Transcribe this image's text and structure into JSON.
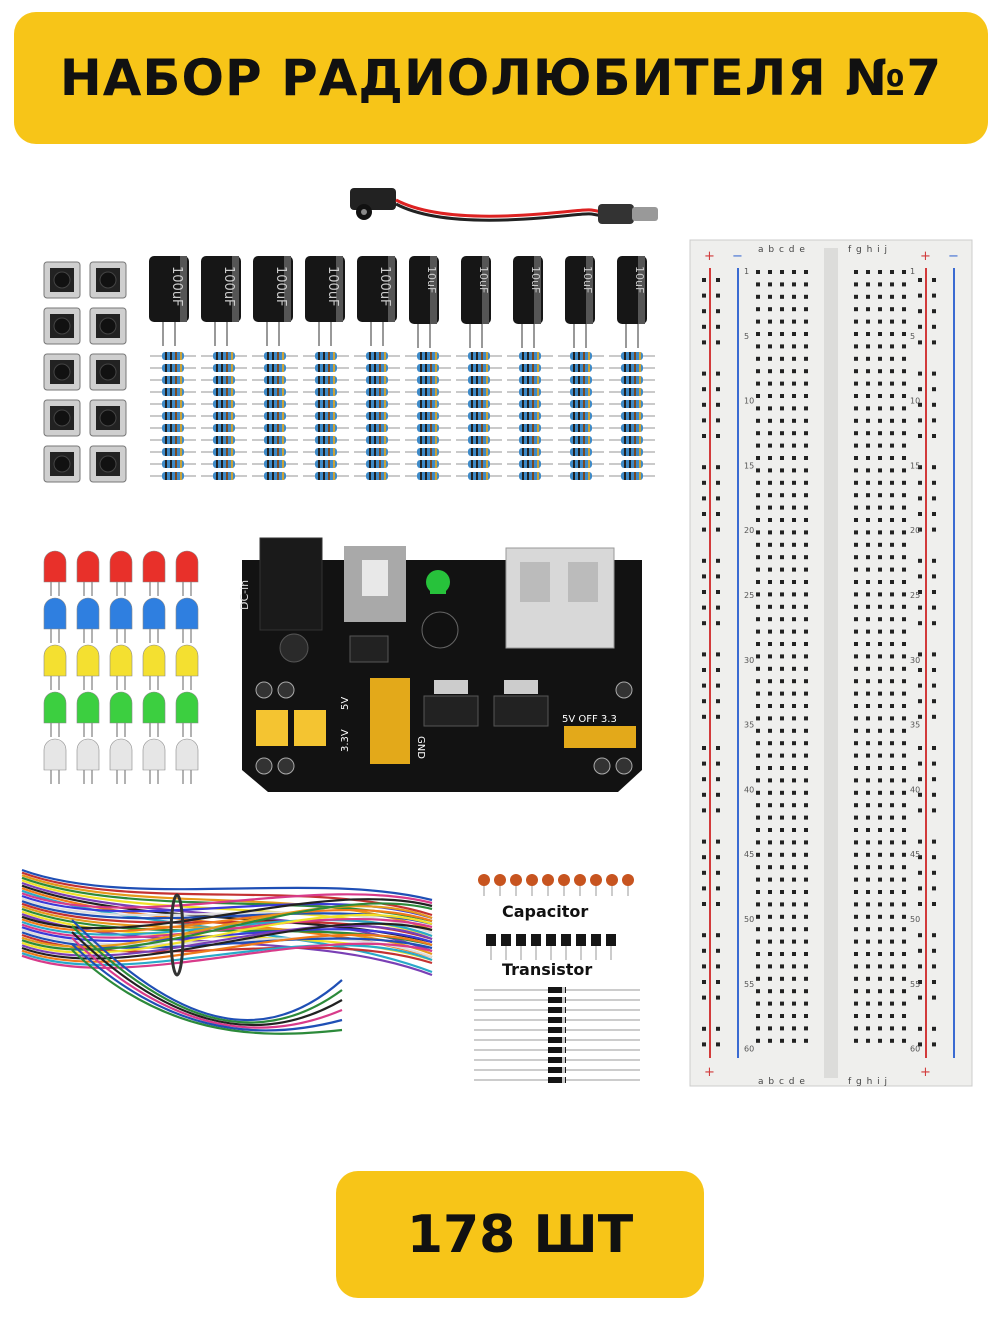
{
  "header": {
    "title": "НАБОР РАДИОЛЮБИТЕЛЯ №7"
  },
  "footer": {
    "count": "178 ШТ"
  },
  "capacitors": {
    "electrolytic_labels": [
      "100uF",
      "100uF",
      "100uF",
      "100uF",
      "100uF",
      "10uF",
      "10uF",
      "10uF",
      "10uF",
      "10uF"
    ]
  },
  "components_card": {
    "capacitor_label": "Capacitor",
    "transistor_label": "Transistor"
  },
  "power_module": {
    "dc_label": "DC-in",
    "v5": "5V",
    "v33": "3.3V",
    "gnd": "GND",
    "switch_labels": "5V  OFF 3.3"
  },
  "breadboard": {
    "columns_left": "a b c d e",
    "columns_right": "f g h i j",
    "row_numbers": [
      "1",
      "5",
      "10",
      "15",
      "20",
      "25",
      "30",
      "35",
      "40",
      "45",
      "50",
      "55",
      "60"
    ],
    "plus": "+",
    "minus": "−"
  },
  "colors": {
    "banner": "#f7c518",
    "led_colors": [
      "#e8302a",
      "#2f7fe0",
      "#f4e030",
      "#3ccf40",
      "#e6e6e6"
    ]
  }
}
